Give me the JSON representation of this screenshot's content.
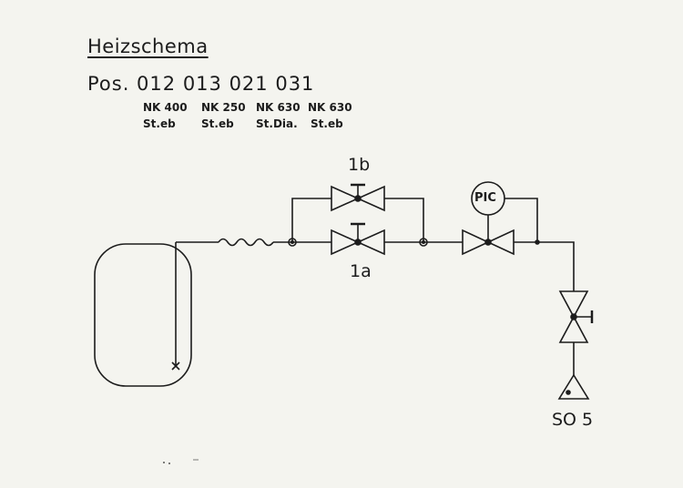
{
  "header": {
    "title": "Heizschema",
    "pos_line": "Pos.  012  013  021  031",
    "types": [
      "NK 400",
      "NK 250",
      "NK 630",
      "NK 630"
    ],
    "variants": [
      "St.eb",
      "St.eb",
      "St.Dia.",
      "St.eb"
    ]
  },
  "diagram": {
    "valve_upper_label": "1b",
    "valve_lower_label": "1a",
    "controller_label": "PIC",
    "outlet_label": "SO 5"
  }
}
